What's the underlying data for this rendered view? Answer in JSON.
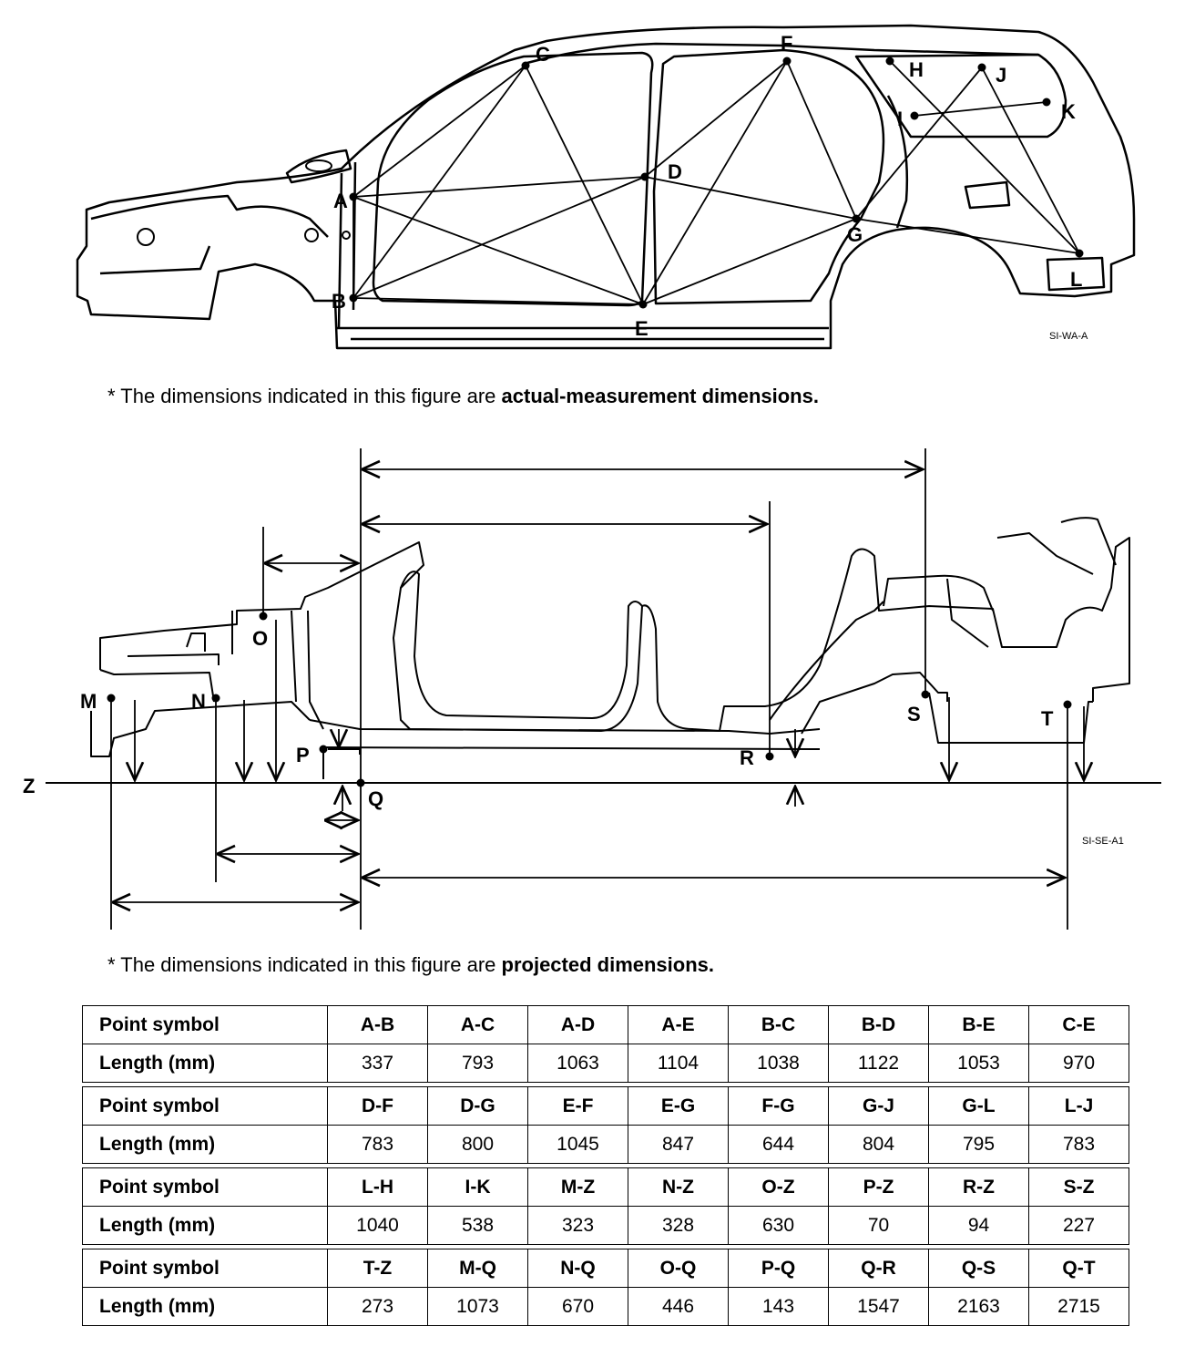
{
  "figure1": {
    "points": [
      "A",
      "B",
      "C",
      "D",
      "E",
      "F",
      "G",
      "H",
      "I",
      "J",
      "K",
      "L"
    ],
    "code": "SI-WA-A"
  },
  "note1": {
    "prefix": "* The dimensions indicated in this figure are ",
    "bold": "actual-measurement dimensions."
  },
  "figure2": {
    "points": [
      "M",
      "N",
      "O",
      "P",
      "Q",
      "R",
      "S",
      "T",
      "Z"
    ],
    "code": "SI-SE-A1"
  },
  "note2": {
    "prefix": "* The dimensions indicated in this figure are ",
    "bold": "projected dimensions."
  },
  "table": {
    "row_header_symbol": "Point symbol",
    "row_header_length": "Length (mm)",
    "groups": [
      {
        "symbols": [
          "A-B",
          "A-C",
          "A-D",
          "A-E",
          "B-C",
          "B-D",
          "B-E",
          "C-E"
        ],
        "lengths": [
          "337",
          "793",
          "1063",
          "1104",
          "1038",
          "1122",
          "1053",
          "970"
        ]
      },
      {
        "symbols": [
          "D-F",
          "D-G",
          "E-F",
          "E-G",
          "F-G",
          "G-J",
          "G-L",
          "L-J"
        ],
        "lengths": [
          "783",
          "800",
          "1045",
          "847",
          "644",
          "804",
          "795",
          "783"
        ]
      },
      {
        "symbols": [
          "L-H",
          "I-K",
          "M-Z",
          "N-Z",
          "O-Z",
          "P-Z",
          "R-Z",
          "S-Z"
        ],
        "lengths": [
          "1040",
          "538",
          "323",
          "328",
          "630",
          "70",
          "94",
          "227"
        ]
      },
      {
        "symbols": [
          "T-Z",
          "M-Q",
          "N-Q",
          "O-Q",
          "P-Q",
          "Q-R",
          "Q-S",
          "Q-T"
        ],
        "lengths": [
          "273",
          "1073",
          "670",
          "446",
          "143",
          "1547",
          "2163",
          "2715"
        ]
      }
    ]
  }
}
